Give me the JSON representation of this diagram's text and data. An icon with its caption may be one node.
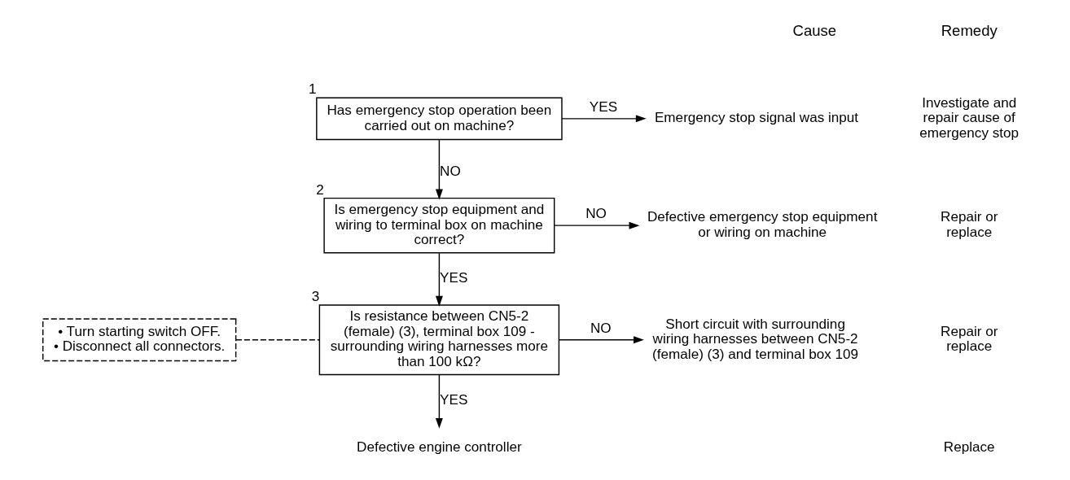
{
  "diagram": {
    "nodes": [
      {
        "text": [
          "Has emergency stop operation been carried out on machine?"
        ],
        "beside": [
          "1"
        ]
      },
      {
        "text": [
          "Is emergency stop equipment and wiring to terminal box on machine correct?"
        ],
        "beside": [
          "2"
        ]
      },
      {
        "text": [
          "Is resistance between CN5-2 (female) (3), terminal box 109 - surrounding wiring harnesses more than 100 kΩ?"
        ],
        "beside": [
          "3"
        ]
      },
      {
        "text": [
          "• Turn starting switch OFF.",
          "• Disconnect all connectors."
        ]
      },
      {
        "text": [
          "Emergency stop signal was input"
        ]
      },
      {
        "text": [
          "Defective emergency stop equipment or wiring on machine"
        ]
      },
      {
        "text": [
          "Short circuit with surrounding wiring harnesses between CN5-2 (female) (3) and terminal box 109"
        ]
      },
      {
        "text": [
          "Defective engine controller"
        ]
      }
    ],
    "edges": [
      {
        "from": 0,
        "to": 4,
        "arrow": "to",
        "label": "YES"
      },
      {
        "from": 0,
        "to": 1,
        "arrow": "to",
        "label": "NO"
      },
      {
        "from": 1,
        "to": 5,
        "arrow": "to",
        "label": "NO"
      },
      {
        "from": 1,
        "to": 2,
        "arrow": "to",
        "label": "YES"
      },
      {
        "from": 2,
        "to": 6,
        "arrow": "to",
        "label": "NO"
      },
      {
        "from": 2,
        "to": 7,
        "arrow": "to",
        "label": "YES"
      },
      {
        "from": 3,
        "to": 2,
        "arrow": "none",
        "style": "dashed"
      }
    ],
    "labels": [
      "Cause",
      "Remedy",
      "Investigate and repair cause of emergency stop",
      "Repair or replace",
      "Repair or replace",
      "Replace"
    ]
  }
}
